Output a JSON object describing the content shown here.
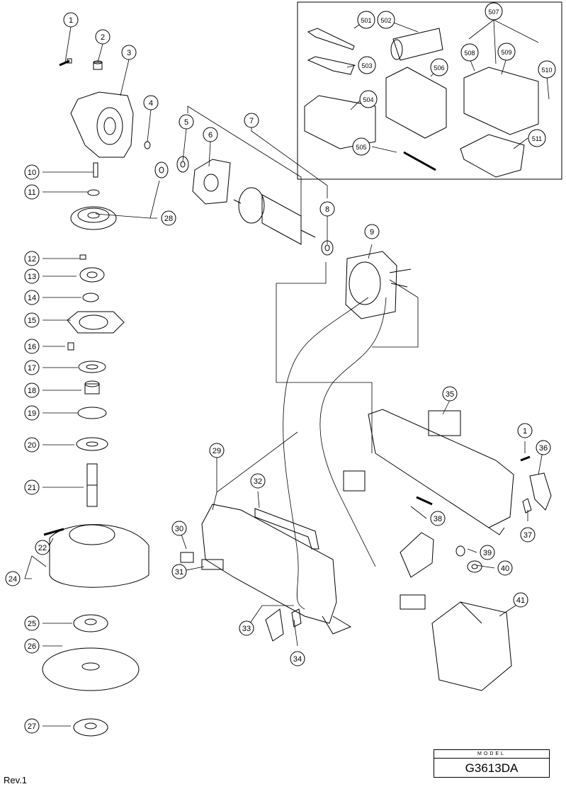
{
  "callouts": [
    "1",
    "2",
    "3",
    "4",
    "5",
    "6",
    "7",
    "8",
    "9",
    "10",
    "11",
    "12",
    "13",
    "14",
    "15",
    "16",
    "17",
    "18",
    "19",
    "20",
    "21",
    "22",
    "24",
    "25",
    "26",
    "27",
    "28",
    "29",
    "30",
    "31",
    "32",
    "33",
    "34",
    "35",
    "1",
    "36",
    "37",
    "38",
    "39",
    "40",
    "41",
    "501",
    "502",
    "503",
    "504",
    "505",
    "506",
    "507",
    "508",
    "509",
    "510",
    "511"
  ],
  "model": {
    "header": "MODEL",
    "value": "G3613DA"
  },
  "revision": "Rev.1"
}
